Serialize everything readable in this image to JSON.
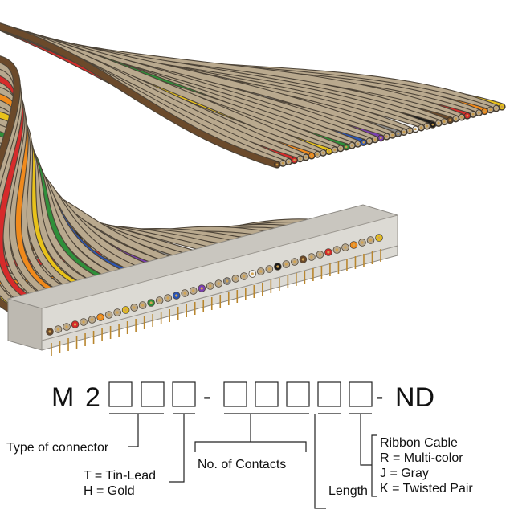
{
  "part_number": {
    "prefix_m": "M",
    "prefix_2": "2",
    "dash": "-",
    "suffix": "ND",
    "box_count_left": 3,
    "box_count_right": 5
  },
  "labels": {
    "type_of_connector": "Type of connector",
    "plating_tin": "T = Tin-Lead",
    "plating_gold": "H = Gold",
    "contacts": "No. of Contacts",
    "length": "Length",
    "cable_title": "Ribbon Cable",
    "cable_r": "R = Multi-color",
    "cable_j": "J = Gray",
    "cable_k": "K = Twisted Pair"
  },
  "illustration": {
    "subject": "ribbon cable with IDC socket connector",
    "wire_colors": [
      "#6b4a2b",
      "#d62b2b",
      "#f08a1c",
      "#e8c21a",
      "#2f8f3a",
      "#2b55b5",
      "#7a3fb0",
      "#8a8a8a",
      "#f2f2f2",
      "#1a1a1a"
    ],
    "jacket_color": "#b9a98e",
    "connector_color": "#dcdad4"
  }
}
